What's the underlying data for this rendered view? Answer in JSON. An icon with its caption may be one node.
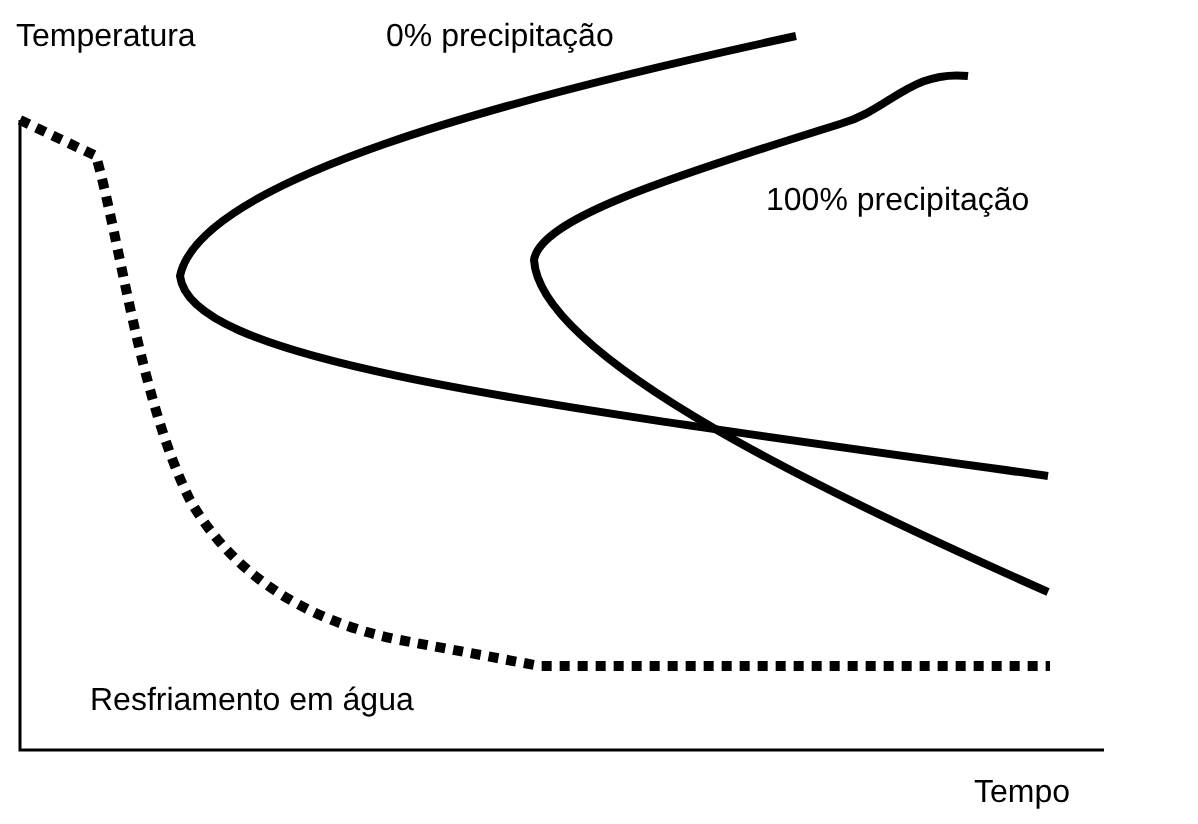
{
  "diagram": {
    "labels": [
      "Temperatura",
      "0% precipitação",
      "100% precipitação",
      "Resfriamento em água",
      "Tempo"
    ]
  }
}
